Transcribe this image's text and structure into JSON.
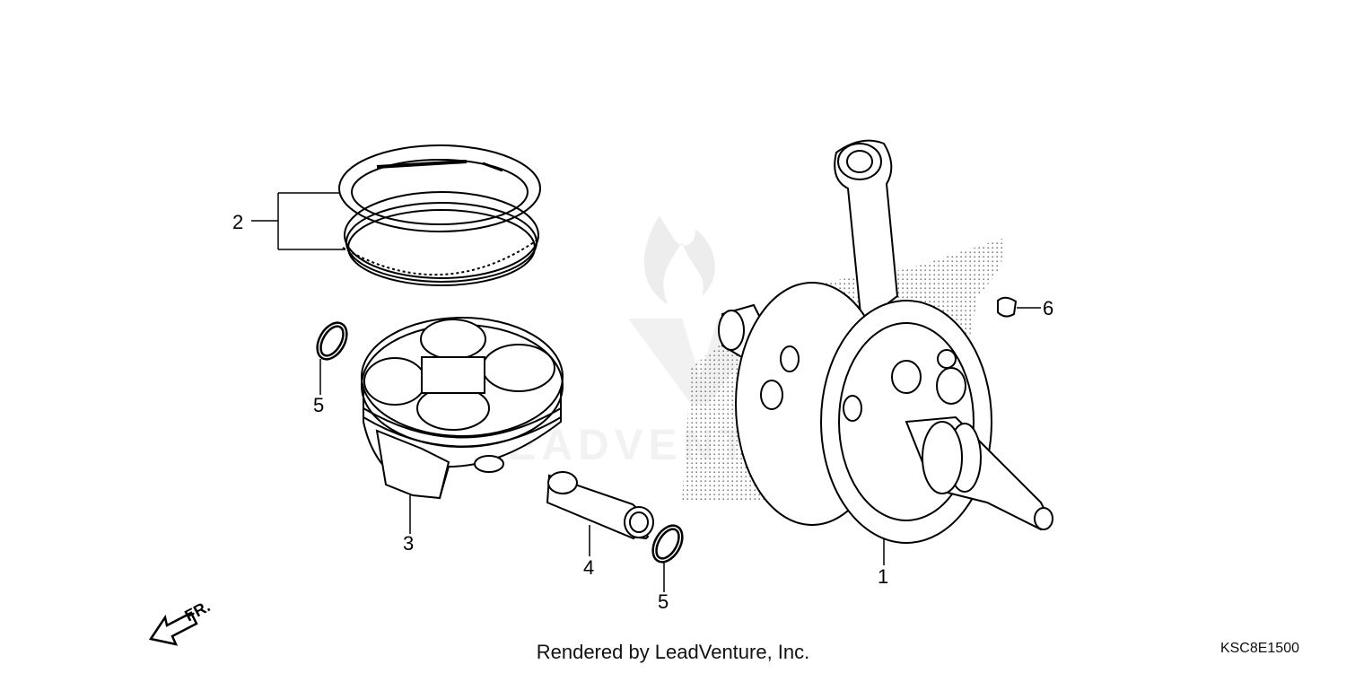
{
  "callouts": {
    "c1": "1",
    "c2": "2",
    "c3": "3",
    "c4": "4",
    "c5a": "5",
    "c5b": "5",
    "c6": "6"
  },
  "direction": {
    "label": "FR."
  },
  "footer": {
    "rendered_by": "Rendered by LeadVenture, Inc."
  },
  "diagram_code": "KSC8E1500",
  "watermark": {
    "text": "LEADVENTURE"
  },
  "colors": {
    "line": "#000000",
    "watermark": "#e3e3e3",
    "shade": "#7a7a7a"
  }
}
